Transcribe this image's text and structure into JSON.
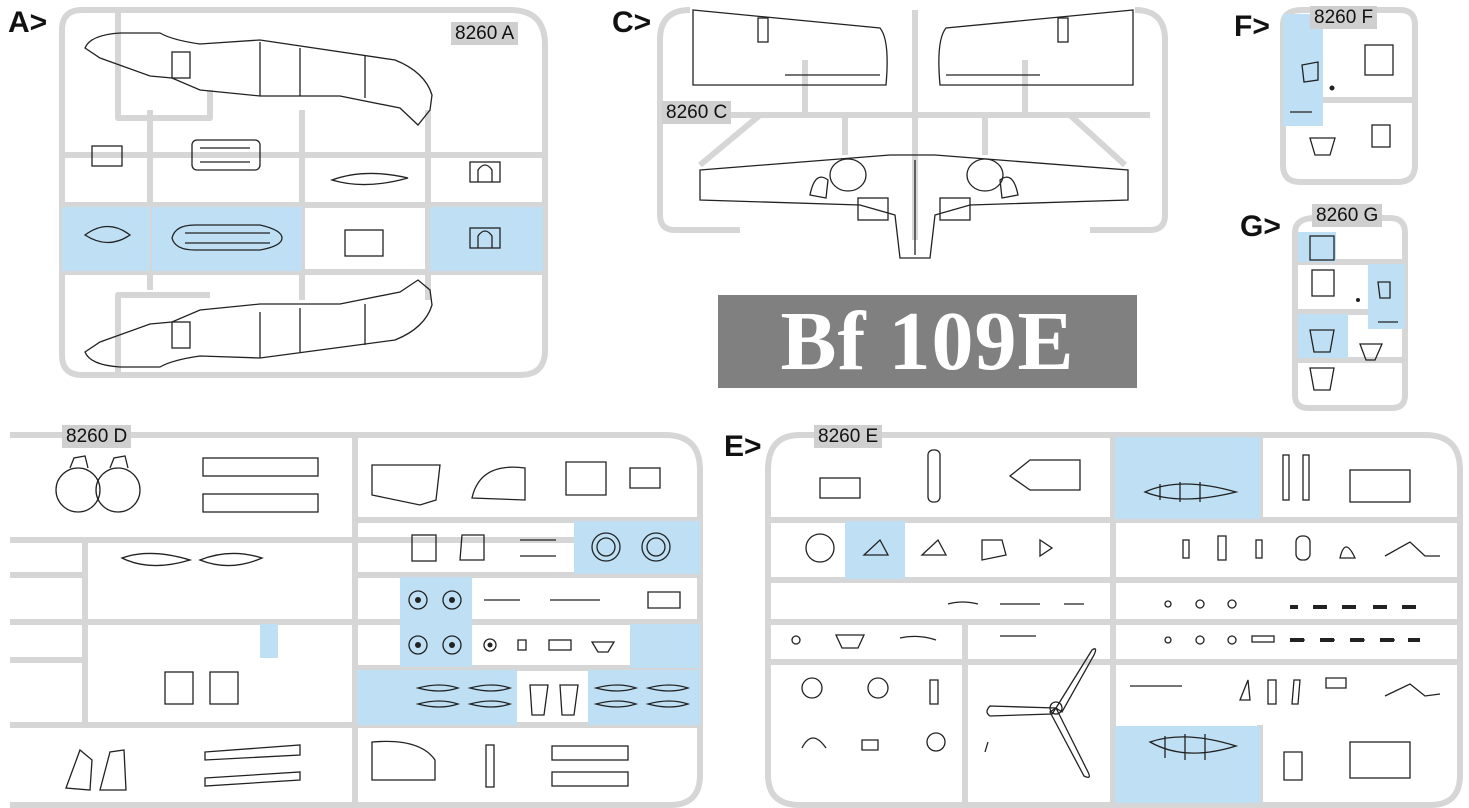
{
  "title": "Bf 109E",
  "sprues": {
    "A": {
      "letter": "A>",
      "code": "8260 A"
    },
    "C": {
      "letter": "C>",
      "code": "8260 C"
    },
    "D": {
      "letter": "",
      "code": "8260 D"
    },
    "E": {
      "letter": "E>",
      "code": "8260 E"
    },
    "F": {
      "letter": "F>",
      "code": "8260 F"
    },
    "G": {
      "letter": "G>",
      "code": "8260 G"
    }
  },
  "colors": {
    "frame": "#d6d6d6",
    "highlight": "#bfe0f4",
    "line": "#222222",
    "title_bg": "#808080",
    "title_text": "#ffffff"
  },
  "icons": [
    "fuselage-half",
    "wing-half",
    "wing-lower",
    "wheel",
    "propeller",
    "exhaust",
    "seat",
    "canopy",
    "drop-tank"
  ]
}
